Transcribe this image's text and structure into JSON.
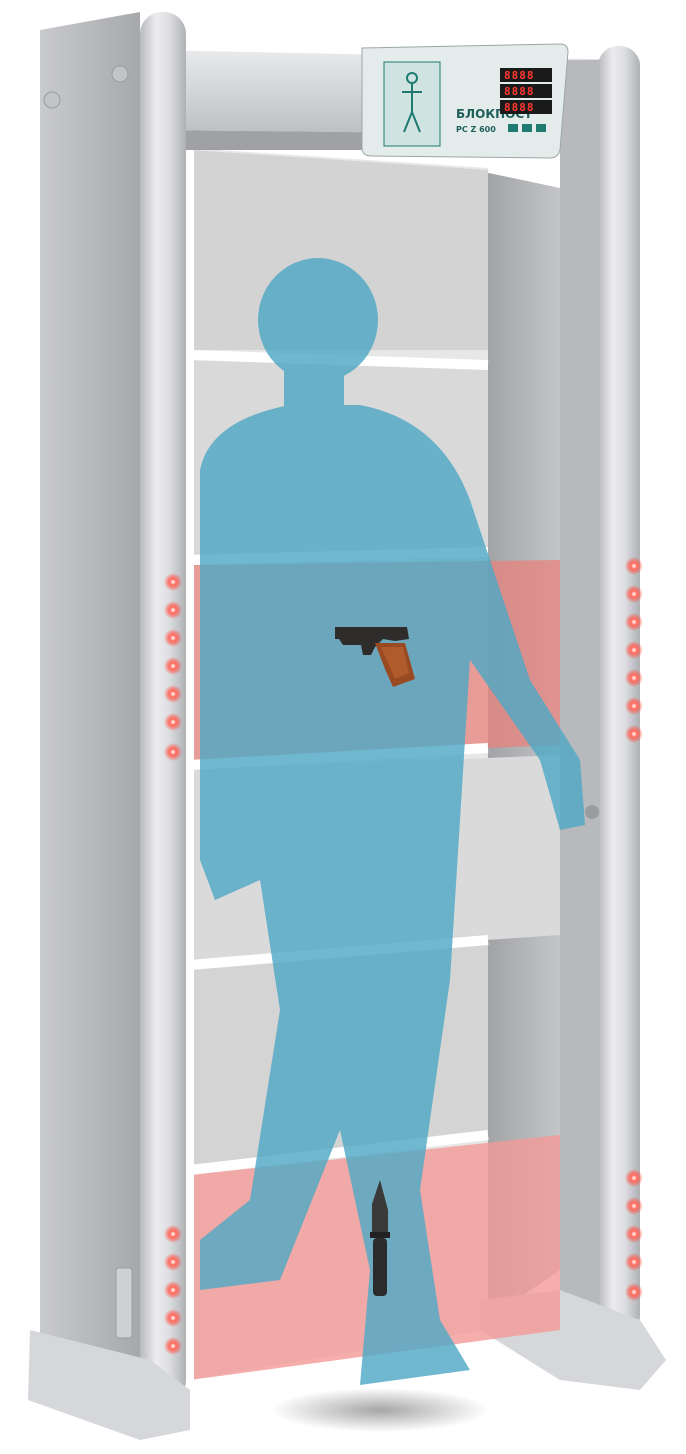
{
  "scene": {
    "subject": "walk-through-metal-detector",
    "colors": {
      "zone_clear": "#4fa8c4",
      "zone_alert": "#e8837d",
      "led_alert": "#ff3b30",
      "frame": "#d9dadc",
      "panel_body": "#cfe3e1",
      "panel_accent": "#1f7a72"
    }
  },
  "control_panel": {
    "brand": "БЛОКПОСТ",
    "model": "PC Z 600",
    "display": {
      "row1": "8888",
      "row2": "8888",
      "row3": "8888"
    }
  },
  "zones": [
    {
      "index": 1,
      "state": "clear"
    },
    {
      "index": 2,
      "state": "clear"
    },
    {
      "index": 3,
      "state": "alert",
      "detected_object": "pistol-icon"
    },
    {
      "index": 4,
      "state": "clear"
    },
    {
      "index": 5,
      "state": "clear"
    },
    {
      "index": 6,
      "state": "alert",
      "detected_object": "knife-icon"
    }
  ]
}
